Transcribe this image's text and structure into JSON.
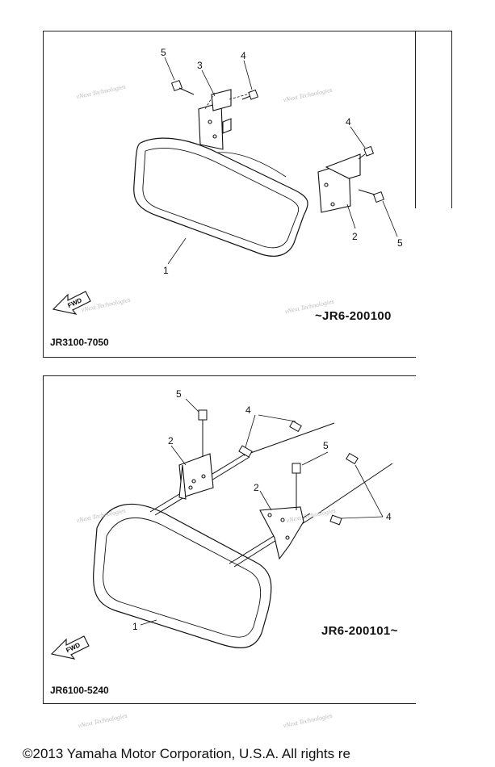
{
  "top_panel": {
    "part_code": "JR3100-7050",
    "serial_range": "~JR6-200100",
    "fwd_label": "FWD",
    "callouts": [
      "5",
      "3",
      "4",
      "4",
      "2",
      "5",
      "1"
    ]
  },
  "bottom_panel": {
    "part_code": "JR6100-5240",
    "serial_range": "JR6-200101~",
    "fwd_label": "FWD",
    "callouts": [
      "5",
      "4",
      "2",
      "5",
      "2",
      "4",
      "1"
    ]
  },
  "watermark": "vNext Technologies",
  "footer": {
    "copyright": "©2013 Yamaha Motor Corporation, U.S.A. All rights re"
  }
}
